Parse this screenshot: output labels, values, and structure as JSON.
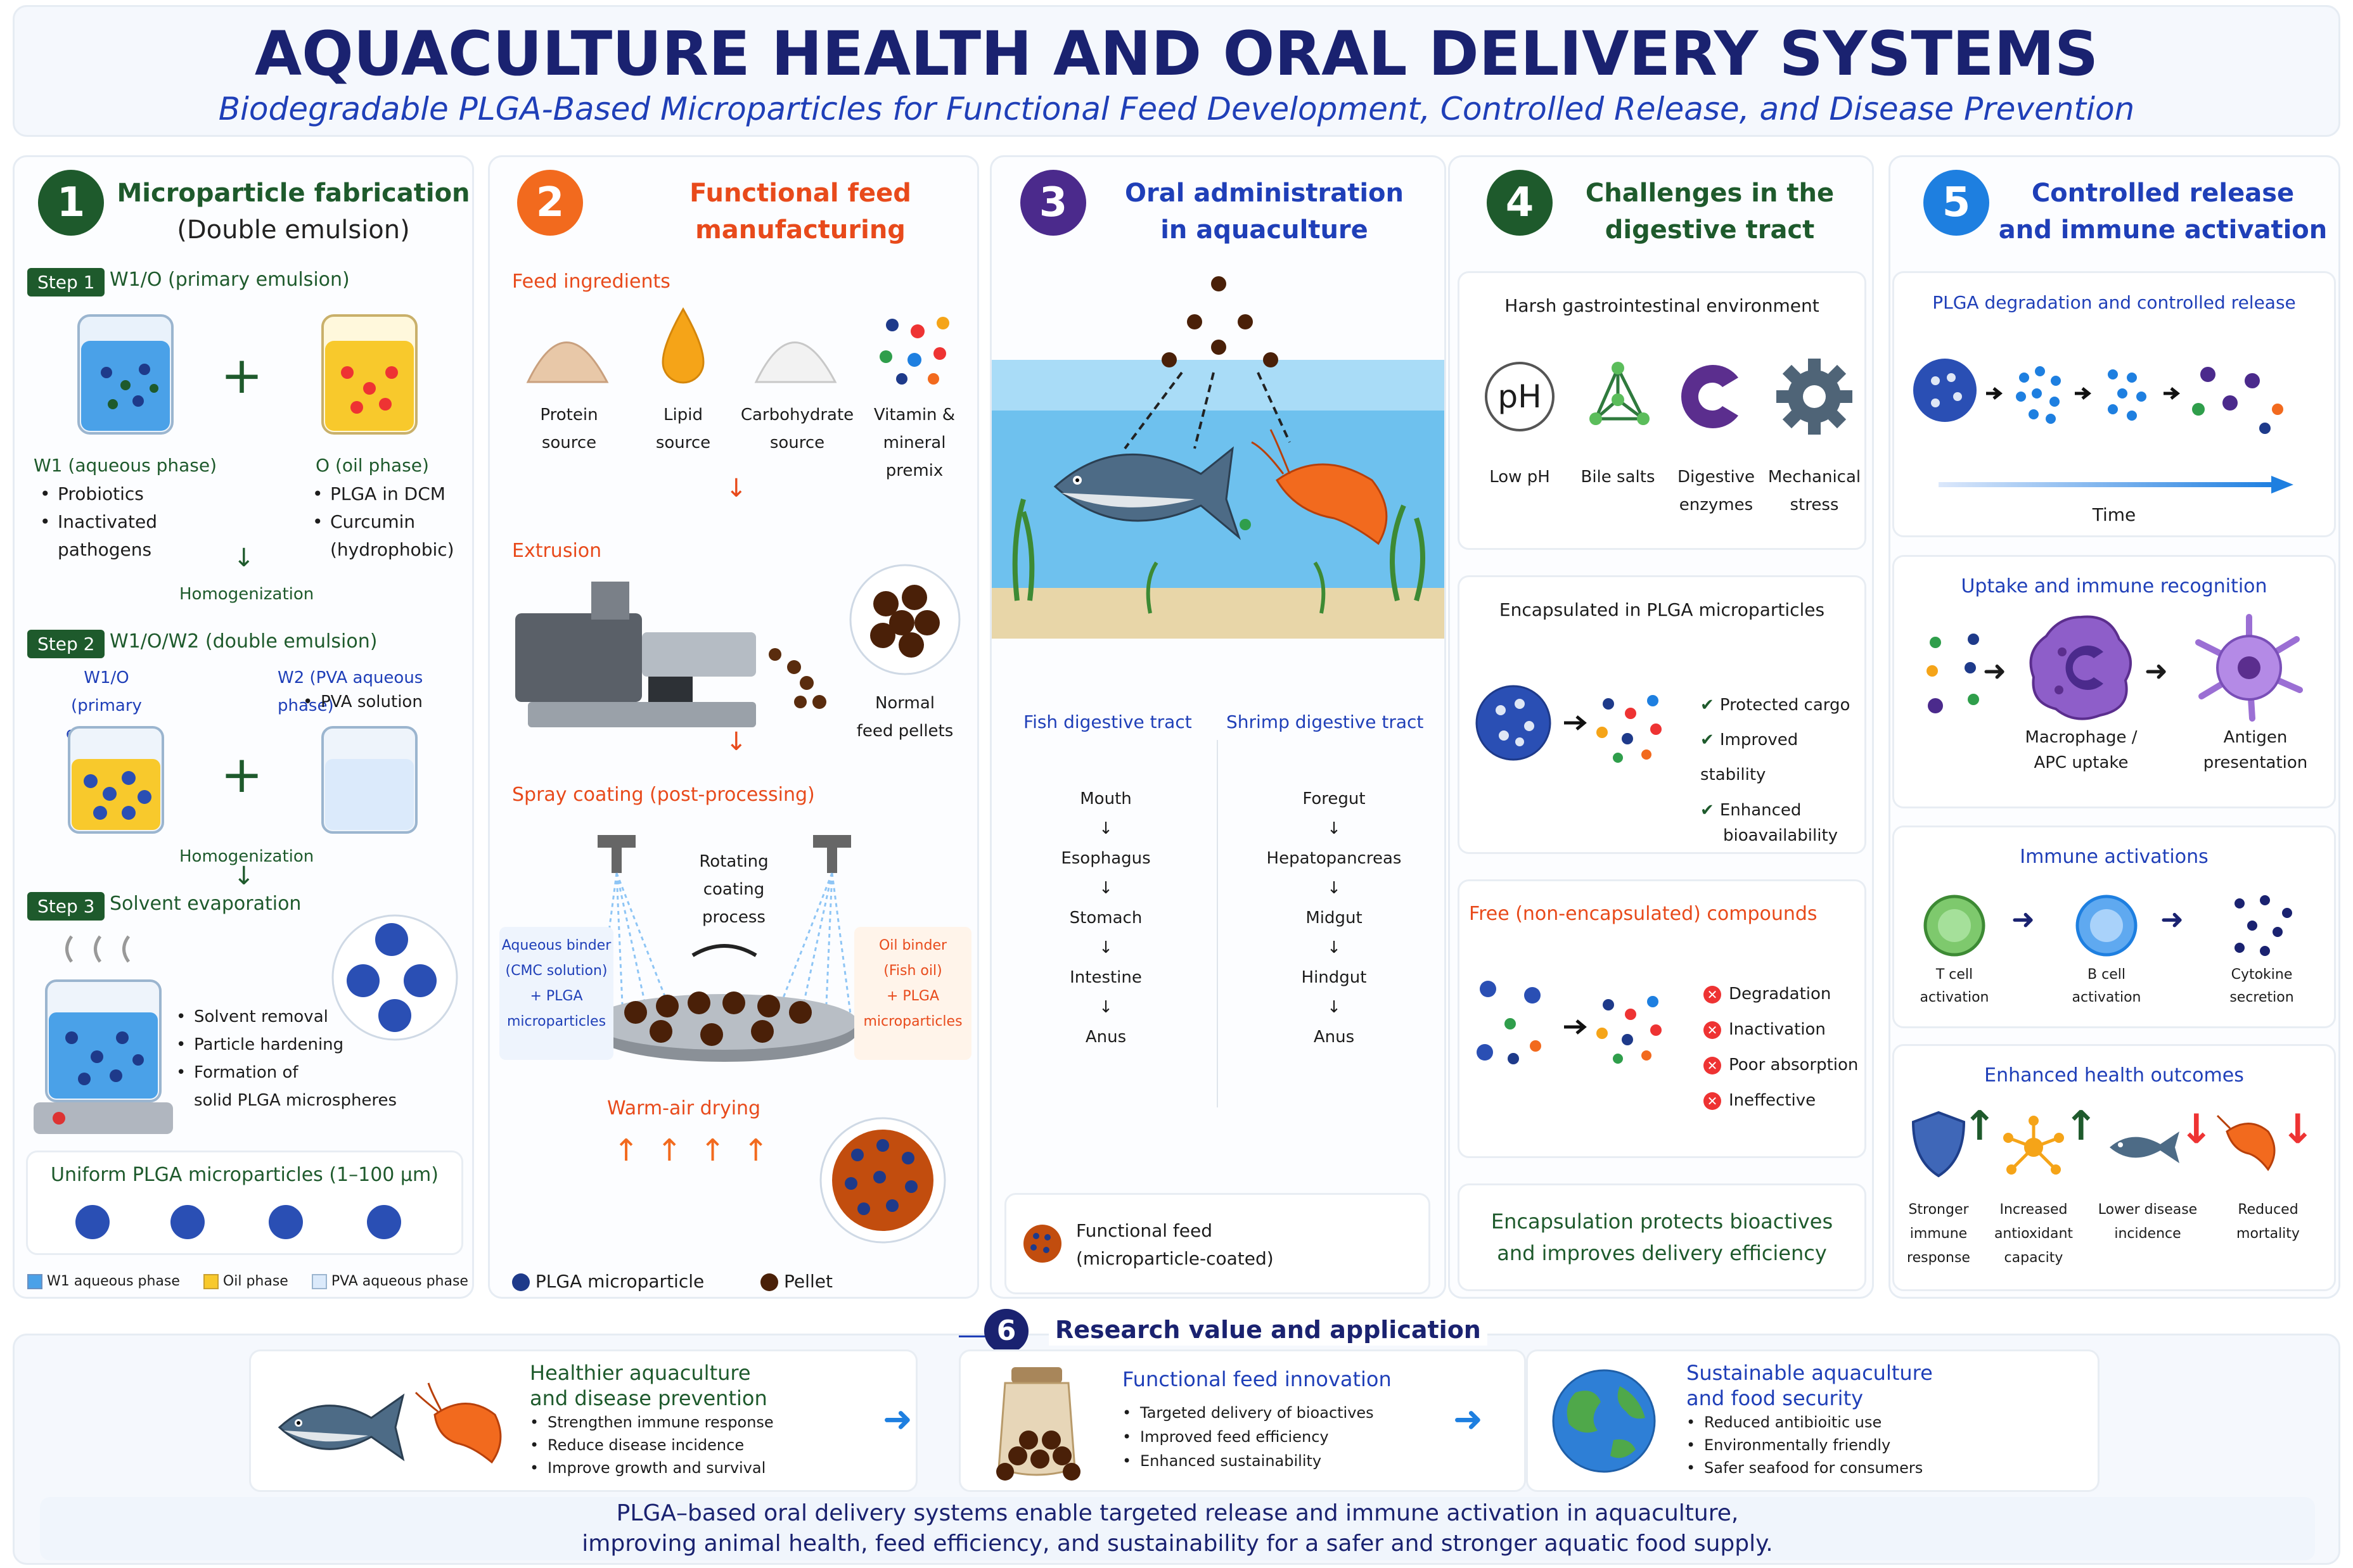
{
  "header": {
    "title": "AQUACULTURE HEALTH AND ORAL DELIVERY SYSTEMS",
    "subtitle": "Biodegradable PLGA-Based Microparticles for Functional Feed Development, Controlled Release, and Disease Prevention"
  },
  "p1": {
    "num": "1",
    "title1": "Microparticle fabrication",
    "title2": "(Double emulsion)",
    "step1": "Step 1",
    "step1_text": "W1/O (primary emulsion)",
    "w1": "W1 (aqueous phase)",
    "w1_items": [
      "Probiotics",
      "Inactivated",
      "pathogens"
    ],
    "oil": "O (oil phase)",
    "oil_items": [
      "PLGA in DCM",
      "Curcumin",
      "(hydrophobic)"
    ],
    "homog": "Homogenization",
    "step2": "Step 2",
    "step2_text": "W1/O/W2 (double emulsion)",
    "w1o": "W1/O",
    "w1o_sub": "(primary emulsion)",
    "w2": "W2 (PVA aqueous phase)",
    "w2_item": "PVA solution",
    "homog2": "Homogenization",
    "step3": "Step 3",
    "step3_text": "Solvent evaporation",
    "evap_items": [
      "Solvent removal",
      "Particle hardening",
      "Formation of",
      "solid PLGA microspheres"
    ],
    "uniform": "Uniform PLGA microparticles (1–100 µm)",
    "legend": [
      "W1 aqueous phase",
      "Oil phase",
      "PVA aqueous phase"
    ]
  },
  "p2": {
    "num": "2",
    "title1": "Functional feed",
    "title2": "manufacturing",
    "ingredients": "Feed ingredients",
    "ing": [
      [
        "Protein",
        "source"
      ],
      [
        "Lipid",
        "source"
      ],
      [
        "Carbohydrate",
        "source"
      ],
      [
        "Vitamin &",
        "mineral",
        "premix"
      ]
    ],
    "extrusion": "Extrusion",
    "pellets": [
      "Normal",
      "feed pellets"
    ],
    "spray": "Spray coating (post-processing)",
    "rotating": [
      "Rotating",
      "coating",
      "process"
    ],
    "aq_binder": [
      "Aqueous binder",
      "(CMC solution)",
      "+ PLGA",
      "microparticles"
    ],
    "oil_binder": [
      "Oil binder",
      "(Fish oil)",
      "+ PLGA",
      "microparticles"
    ],
    "warm": "Warm-air drying",
    "legend": [
      "PLGA microparticle",
      "Pellet"
    ]
  },
  "p3": {
    "num": "3",
    "title1": "Oral administration",
    "title2": "in aquaculture",
    "fish_tract": "Fish digestive tract",
    "shrimp_tract": "Shrimp digestive tract",
    "fish_steps": [
      "Mouth",
      "Esophagus",
      "Stomach",
      "Intestine",
      "Anus"
    ],
    "shrimp_steps": [
      "Foregut",
      "Hepatopancreas",
      "Midgut",
      "Hindgut",
      "Anus"
    ],
    "legend": [
      "Functional feed",
      "(microparticle-coated)"
    ]
  },
  "p4": {
    "num": "4",
    "title1": "Challenges in the",
    "title2": "digestive tract",
    "harsh": "Harsh gastrointestinal environment",
    "ph_glyph": "pH",
    "factors": [
      [
        "Low pH"
      ],
      [
        "Bile salts"
      ],
      [
        "Digestive",
        "enzymes"
      ],
      [
        "Mechanical",
        "stress"
      ]
    ],
    "enc_title": "Encapsulated in PLGA microparticles",
    "enc_items": [
      [
        "Protected cargo"
      ],
      [
        "Improved stability"
      ],
      [
        "Enhanced",
        "bioavailability"
      ]
    ],
    "free_title": "Free (non-encapsulated) compounds",
    "free_items": [
      "Degradation",
      "Inactivation",
      "Poor absorption",
      "Ineffective"
    ],
    "summary": [
      "Encapsulation protects bioactives",
      "and improves delivery efficiency"
    ]
  },
  "p5": {
    "num": "5",
    "title1": "Controlled release",
    "title2": "and immune activation",
    "deg_title": "PLGA degradation and controlled release",
    "time": "Time",
    "uptake_title": "Uptake and immune recognition",
    "macro": [
      "Macrophage /",
      "APC uptake"
    ],
    "antigen": [
      "Antigen",
      "presentation"
    ],
    "immune_title": "Immune activations",
    "cells": [
      [
        "T cell",
        "activation"
      ],
      [
        "B cell",
        "activation"
      ],
      [
        "Cytokine",
        "secretion"
      ]
    ],
    "outcomes_title": "Enhanced health outcomes",
    "outcomes": [
      [
        "Stronger",
        "immune",
        "response"
      ],
      [
        "Increased",
        "antioxidant",
        "capacity"
      ],
      [
        "Lower disease",
        "incidence"
      ],
      [
        "Reduced",
        "mortality"
      ]
    ]
  },
  "p6": {
    "num": "6",
    "title": "Research value and application",
    "cards": [
      {
        "title": [
          "Healthier aquaculture",
          "and disease prevention"
        ],
        "items": [
          "Strengthen immune response",
          "Reduce disease incidence",
          "Improve growth and survival"
        ]
      },
      {
        "title": [
          "Functional feed innovation"
        ],
        "items": [
          "Targeted delivery of bioactives",
          "Improved feed efficiency",
          "Enhanced sustainability"
        ]
      },
      {
        "title": [
          "Sustainable aquaculture",
          "and food security"
        ],
        "items": [
          "Reduced antibioitic use",
          "Environmentally friendly",
          "Safer seafood for consumers"
        ]
      }
    ],
    "footer": [
      "PLGA–based oral delivery systems enable targeted release and immune activation in aquaculture,",
      "improving animal health, feed efficiency, and sustainability for a safer and stronger aquatic food supply."
    ]
  },
  "colors": {
    "navy": "#1a2270",
    "blue": "#1f3fb8",
    "green": "#1e5a2c",
    "orange": "#f26a1e",
    "purple": "#4b2a8c",
    "red": "#e84a1b"
  }
}
